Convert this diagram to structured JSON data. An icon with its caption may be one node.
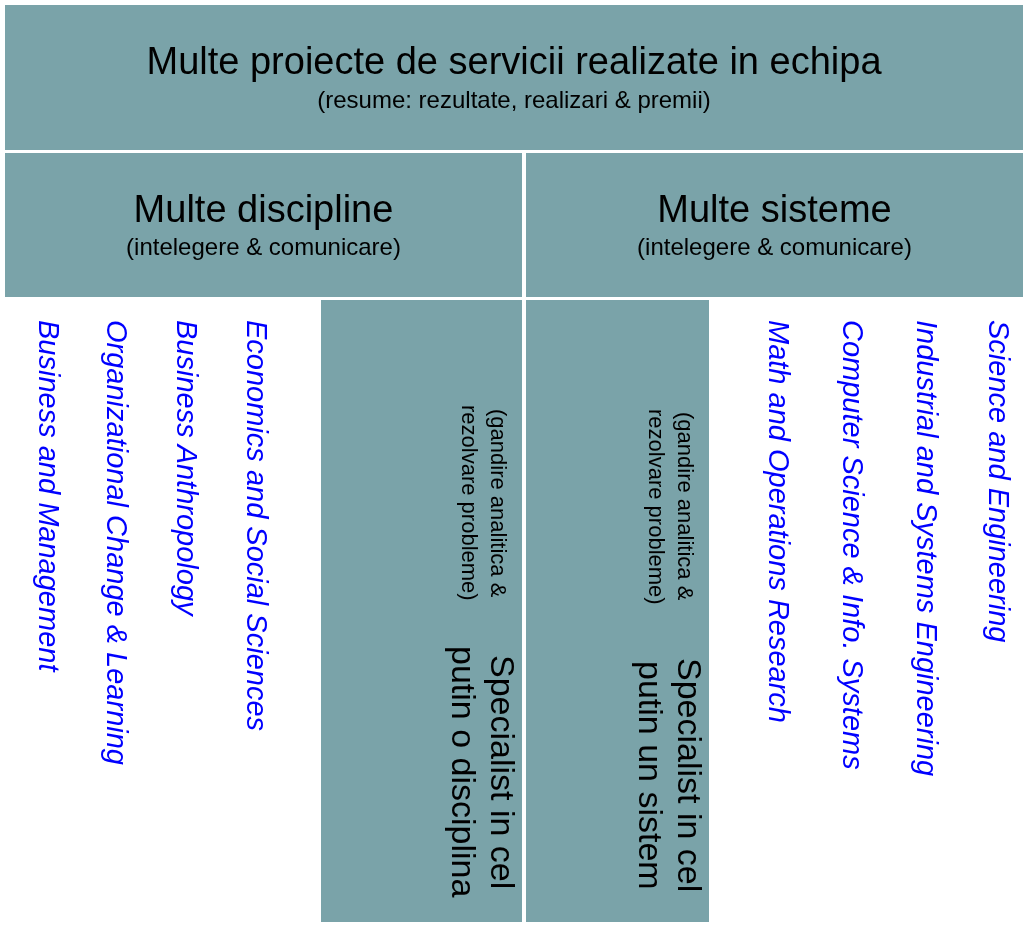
{
  "diagram": {
    "nodes": [
      {
        "text": [
          "Multe proiecte de servicii realizate in echipa",
          "(resume: rezultate, realizari & premii)"
        ]
      },
      {
        "text": [
          "Multe discipline",
          "(intelegere & comunicare)"
        ]
      },
      {
        "text": [
          "Multe sisteme",
          "(intelegere & comunicare)"
        ]
      },
      {
        "text": [
          "Specialist in cel putin o disciplina",
          "(gandire analitica & rezolvare probleme)"
        ]
      },
      {
        "text": [
          "Specialist in cel putin un sistem",
          "(gandire analitica & rezolvare probleme)"
        ]
      }
    ],
    "labels": [
      "Business and Management",
      "Organizational Change & Learning",
      "Business Anthropology",
      "Economics and Social Sciences",
      "Math and Operations Research",
      "Computer Science & Info. Systems",
      "Industrial and Systems Engineering",
      "Science and Engineering"
    ]
  }
}
